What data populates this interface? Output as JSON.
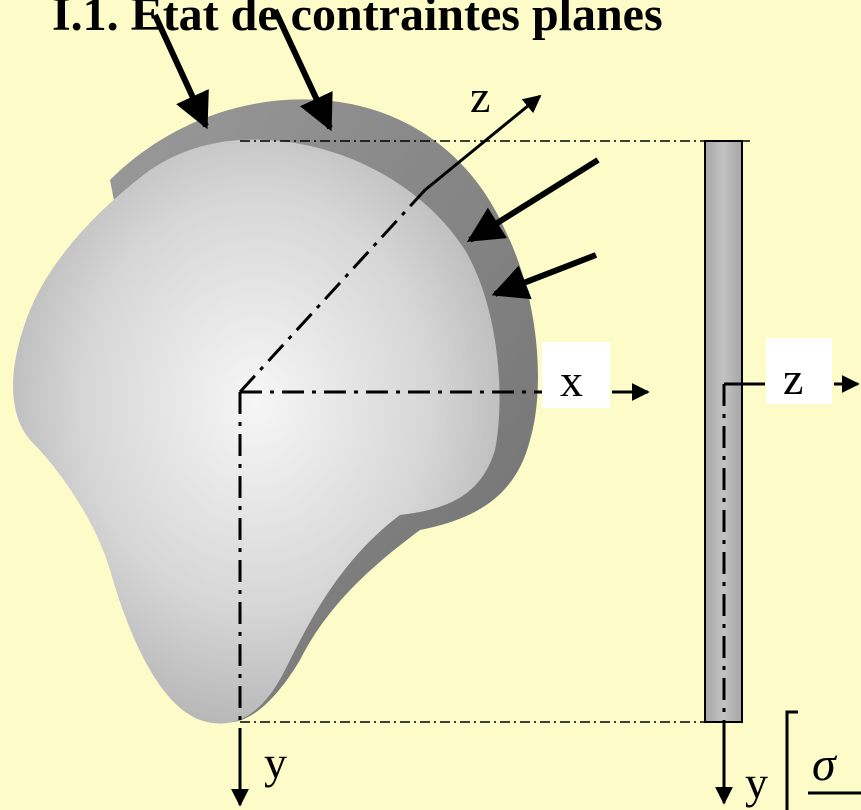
{
  "title": "I.1. Etat de contraintes planes",
  "labels": {
    "z_oblique": "z",
    "x_main": "x",
    "y_main": "y",
    "z_side": "z",
    "y_side": "y",
    "sigma": "σ"
  },
  "colors": {
    "background": "#fdfcc8",
    "body_face": "#d8d8d8",
    "body_edge": "#8a8a8a",
    "plate": "#b3b3b3",
    "ink": "#000000",
    "label_box": "#ffffff"
  }
}
